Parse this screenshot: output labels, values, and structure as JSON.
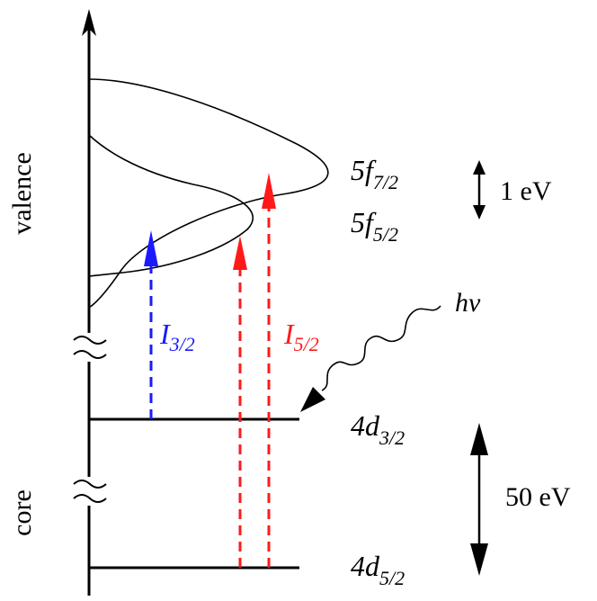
{
  "labels": {
    "valence": "valence",
    "core": "core",
    "f72_main": "5f",
    "f72_sub": "7/2",
    "f52_main": "5f",
    "f52_sub": "5/2",
    "d32_main": "4d",
    "d32_sub": "3/2",
    "d52_main": "4d",
    "d52_sub": "5/2",
    "i32_main": "I",
    "i32_sub": "3/2",
    "i52_main": "I",
    "i52_sub": "5/2",
    "photon": "hv",
    "energy_small": "1 eV",
    "energy_large": "50 eV"
  },
  "colors": {
    "line": "#000000",
    "i32": "#1a1aff",
    "i52": "#ff1a1a"
  }
}
